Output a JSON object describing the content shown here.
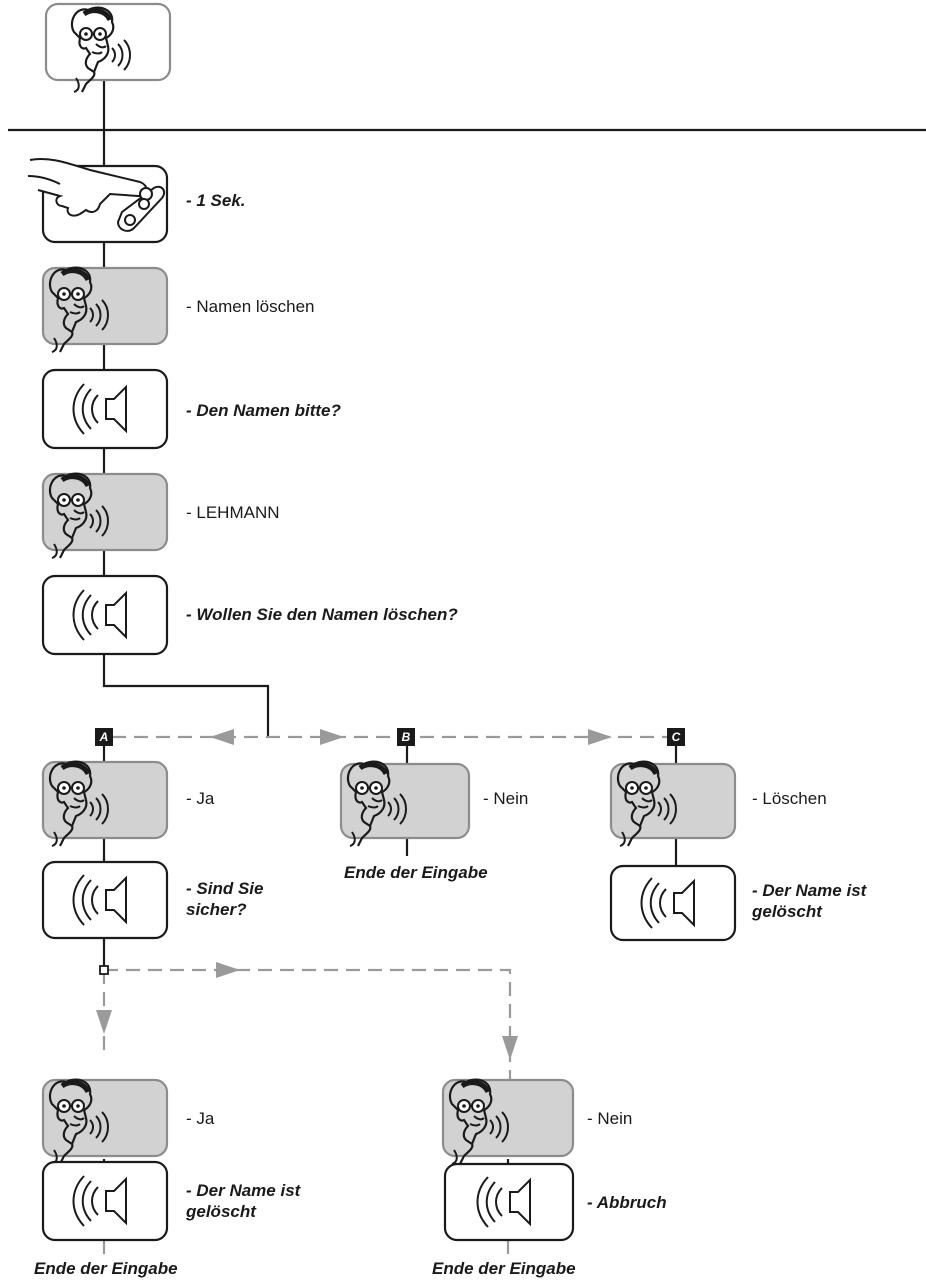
{
  "steps": {
    "press_time": "- 1 Sek.",
    "say_delete": "- Namen löschen",
    "ask_name": "- Den Namen bitte?",
    "say_name": "- LEHMANN",
    "confirm_delete": "- Wollen Sie den Namen löschen?"
  },
  "branches": {
    "a": {
      "marker": "A",
      "answer": "- Ja",
      "prompt": "- Sind Sie\nsicher?"
    },
    "b": {
      "marker": "B",
      "answer": "- Nein",
      "end": "Ende der Eingabe"
    },
    "c": {
      "marker": "C",
      "answer": "- Löschen",
      "result": "- Der Name ist\n gelöscht"
    }
  },
  "sub_branches": {
    "yes": {
      "answer": "- Ja",
      "result": "- Der Name ist\n gelöscht",
      "end": "Ende der Eingabe"
    },
    "no": {
      "answer": "- Nein",
      "result": "- Abbruch",
      "end": "Ende der Eingabe"
    }
  },
  "icons": {
    "speaking_person": "speaking-person-icon",
    "speaker": "speaker-icon",
    "finger_press": "finger-press-button-icon"
  },
  "colors": {
    "line": "#1a1a1a",
    "dashed": "#9a9a9a",
    "user_box_fill": "#d2d2d2",
    "box_border": "#1a1a1a",
    "user_box_border": "#8c8c8c"
  }
}
